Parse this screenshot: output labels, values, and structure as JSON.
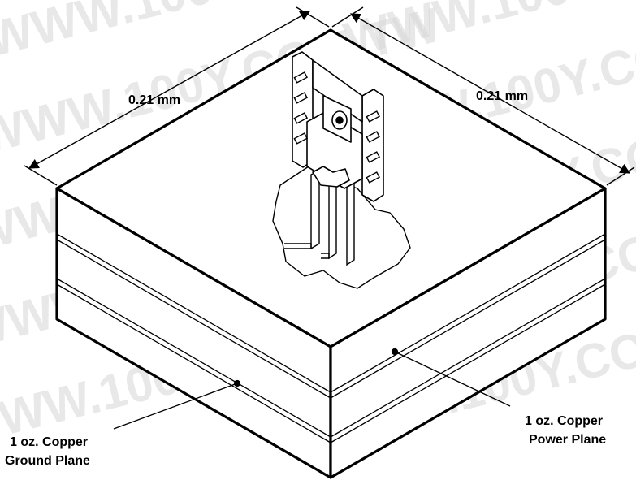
{
  "watermark": {
    "text": "WWW.100Y.COM.TW",
    "color": "#d6d6d6"
  },
  "dimensions": {
    "left": "0.21 mm",
    "right": "0.21 mm"
  },
  "labels": {
    "ground": {
      "line1": "1 oz. Copper",
      "line2": "Ground Plane"
    },
    "power": {
      "line1": "1 oz. Copper",
      "line2": "Power Plane"
    }
  },
  "colors": {
    "stroke": "#000000",
    "background": "#ffffff"
  }
}
